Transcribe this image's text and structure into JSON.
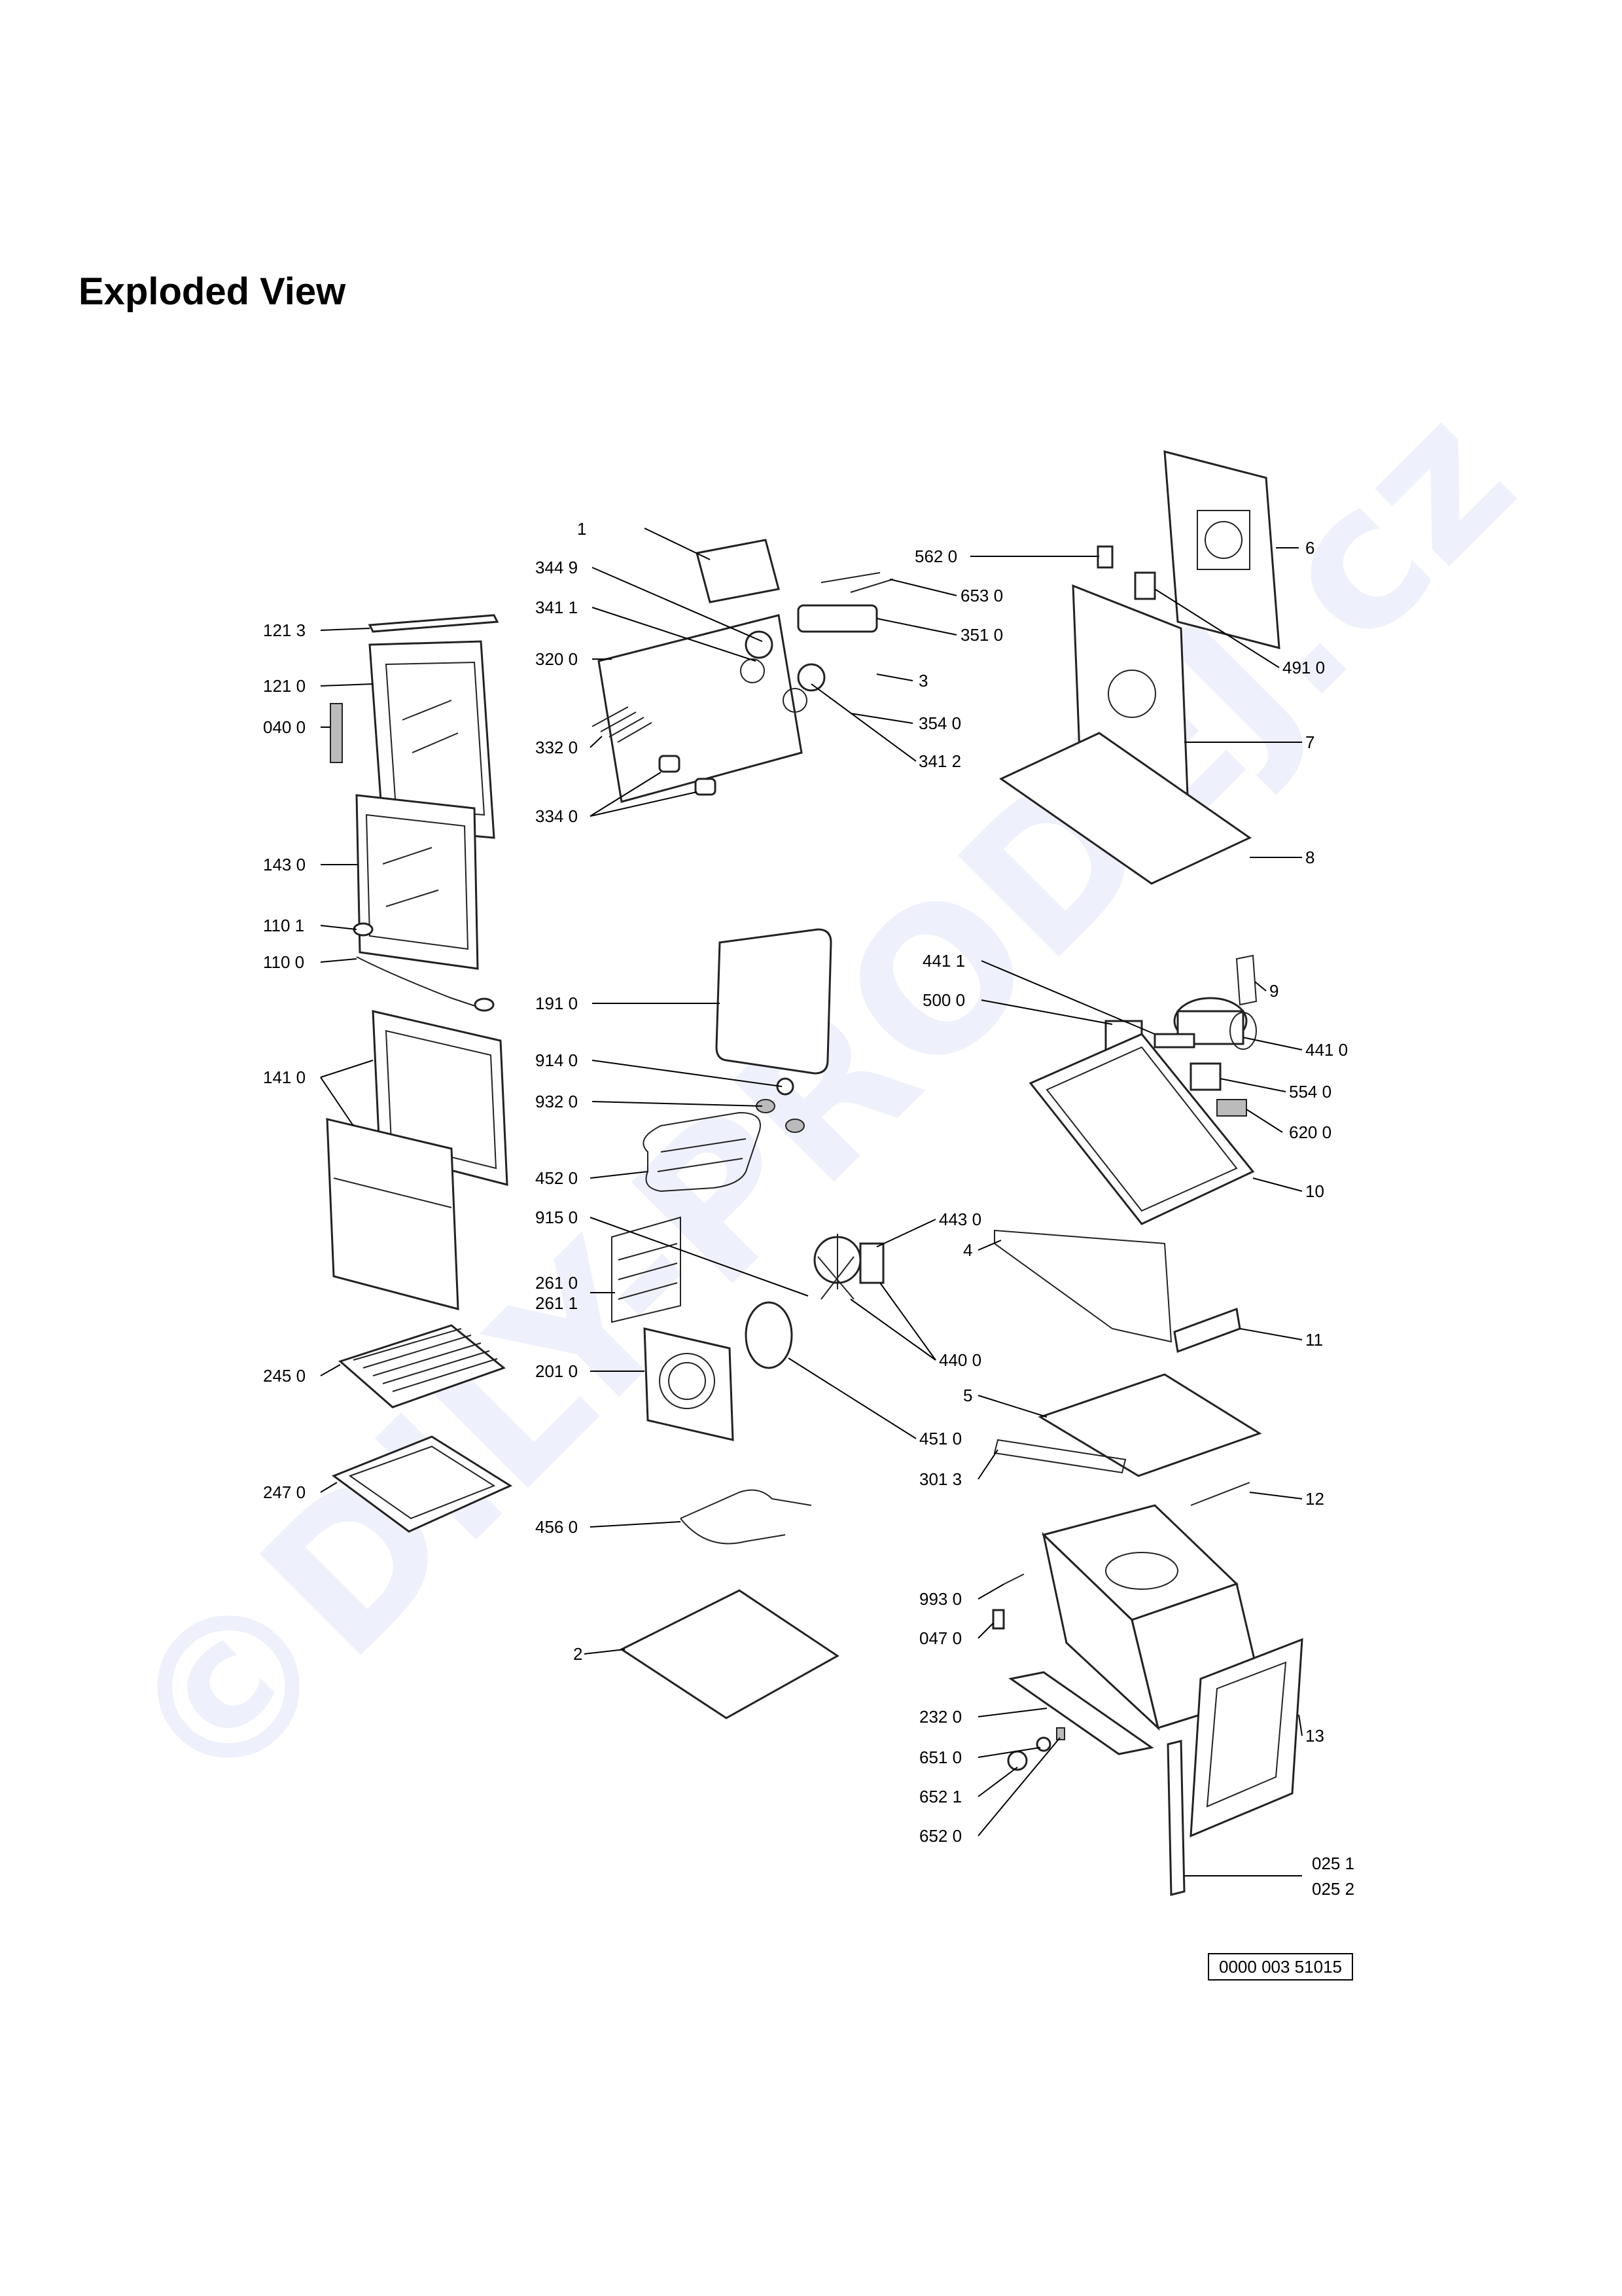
{
  "title": "Exploded View",
  "watermark": "©DILY-PRODEJ.cz",
  "document_number": "0000 003 51015",
  "callouts": [
    {
      "id": "c1",
      "text": "1"
    },
    {
      "id": "c2",
      "text": "344 9"
    },
    {
      "id": "c3",
      "text": "341 1"
    },
    {
      "id": "c4",
      "text": "320 0"
    },
    {
      "id": "c5",
      "text": "332 0"
    },
    {
      "id": "c6",
      "text": "334 0"
    },
    {
      "id": "c7",
      "text": "562 0"
    },
    {
      "id": "c8",
      "text": "653 0"
    },
    {
      "id": "c9",
      "text": "351 0"
    },
    {
      "id": "c10",
      "text": "3"
    },
    {
      "id": "c11",
      "text": "354 0"
    },
    {
      "id": "c12",
      "text": "341 2"
    },
    {
      "id": "c13",
      "text": "6"
    },
    {
      "id": "c14",
      "text": "491 0"
    },
    {
      "id": "c15",
      "text": "7"
    },
    {
      "id": "c16",
      "text": "8"
    },
    {
      "id": "c17",
      "text": "121 3"
    },
    {
      "id": "c18",
      "text": "121 0"
    },
    {
      "id": "c19",
      "text": "040 0"
    },
    {
      "id": "c20",
      "text": "143 0"
    },
    {
      "id": "c21",
      "text": "110 1"
    },
    {
      "id": "c22",
      "text": "110 0"
    },
    {
      "id": "c23",
      "text": "141 0"
    },
    {
      "id": "c24",
      "text": "245 0"
    },
    {
      "id": "c25",
      "text": "247 0"
    },
    {
      "id": "c26",
      "text": "191 0"
    },
    {
      "id": "c27",
      "text": "914 0"
    },
    {
      "id": "c28",
      "text": "932 0"
    },
    {
      "id": "c29",
      "text": "452 0"
    },
    {
      "id": "c30",
      "text": "915 0"
    },
    {
      "id": "c31",
      "text": "261 0"
    },
    {
      "id": "c32",
      "text": "261 1"
    },
    {
      "id": "c33",
      "text": "201 0"
    },
    {
      "id": "c34",
      "text": "456 0"
    },
    {
      "id": "c35",
      "text": "2"
    },
    {
      "id": "c36",
      "text": "441 1"
    },
    {
      "id": "c37",
      "text": "500 0"
    },
    {
      "id": "c38",
      "text": "9"
    },
    {
      "id": "c39",
      "text": "441 0"
    },
    {
      "id": "c40",
      "text": "554 0"
    },
    {
      "id": "c41",
      "text": "620 0"
    },
    {
      "id": "c42",
      "text": "10"
    },
    {
      "id": "c43",
      "text": "443 0"
    },
    {
      "id": "c44",
      "text": "4"
    },
    {
      "id": "c45",
      "text": "440 0"
    },
    {
      "id": "c46",
      "text": "11"
    },
    {
      "id": "c47",
      "text": "5"
    },
    {
      "id": "c48",
      "text": "451 0"
    },
    {
      "id": "c49",
      "text": "301 3"
    },
    {
      "id": "c50",
      "text": "12"
    },
    {
      "id": "c51",
      "text": "993 0"
    },
    {
      "id": "c52",
      "text": "047 0"
    },
    {
      "id": "c53",
      "text": "232 0"
    },
    {
      "id": "c54",
      "text": "13"
    },
    {
      "id": "c55",
      "text": "651 0"
    },
    {
      "id": "c56",
      "text": "652 1"
    },
    {
      "id": "c57",
      "text": "652 0"
    },
    {
      "id": "c58",
      "text": "025 1"
    },
    {
      "id": "c59",
      "text": "025 2"
    }
  ]
}
